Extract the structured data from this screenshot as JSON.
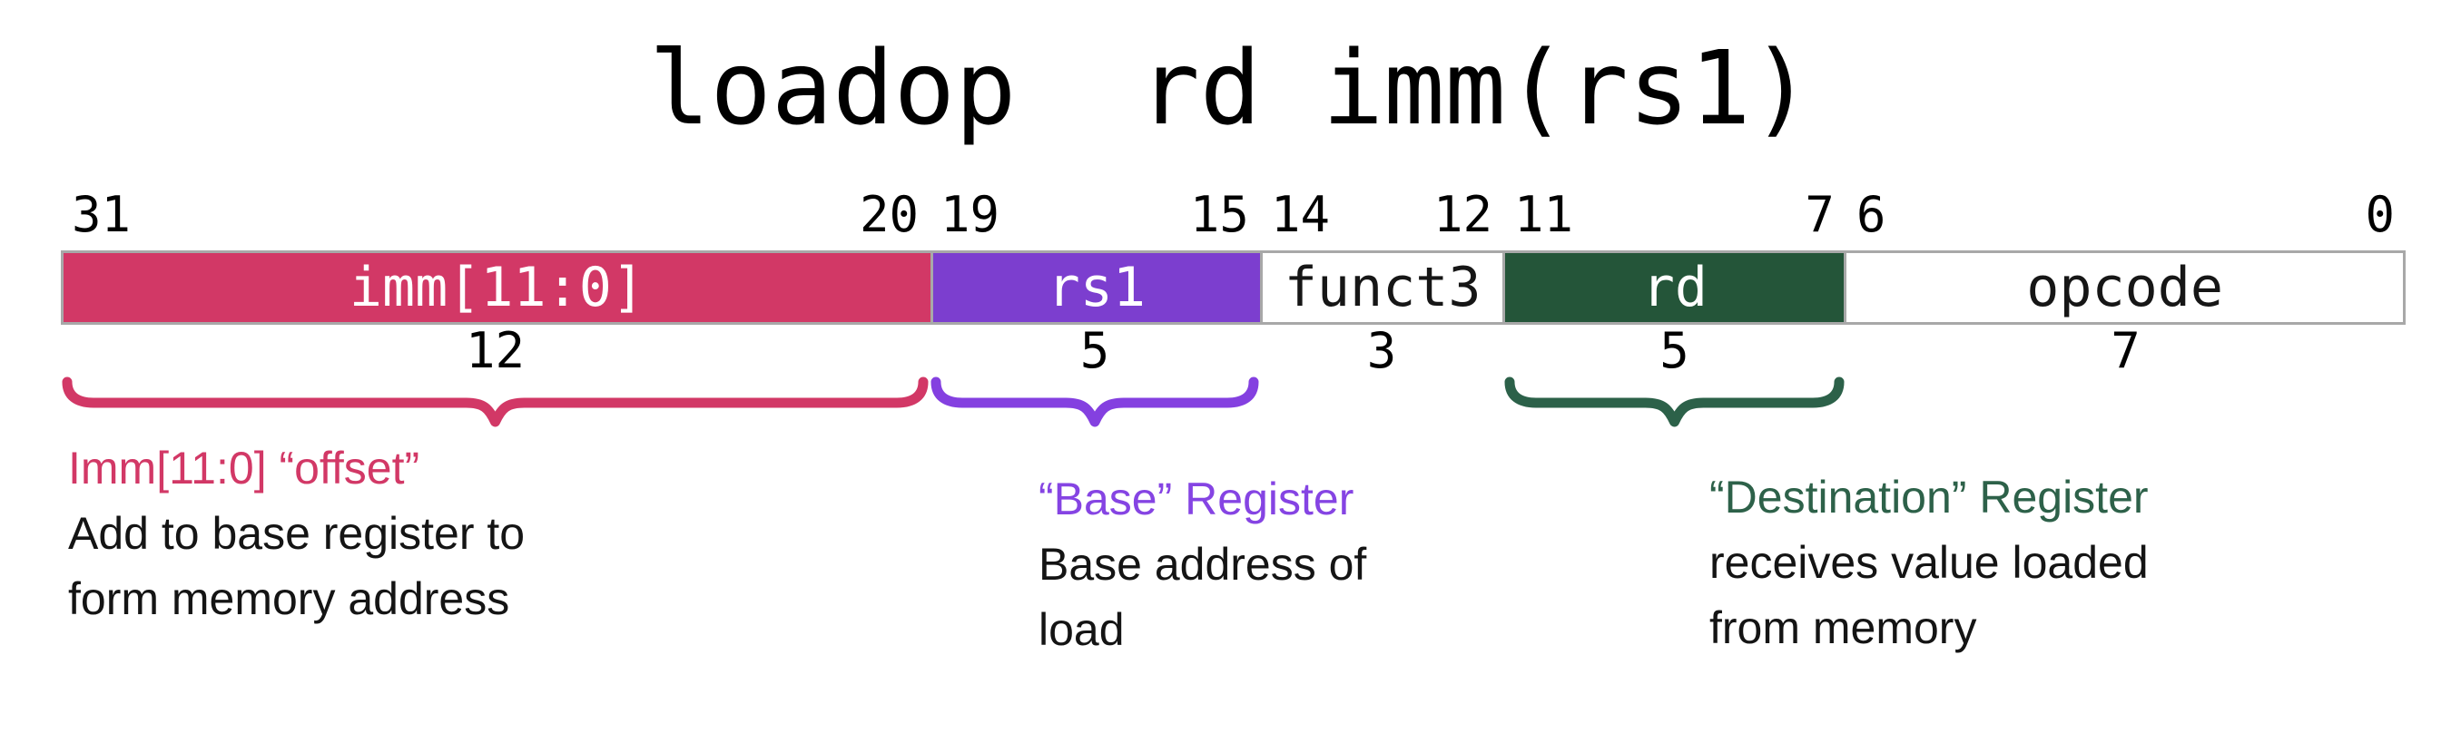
{
  "title": "loadop  rd imm(rs1)",
  "strip": {
    "border_color": "#a8a8a8",
    "fields": [
      {
        "label": "imm[11:0]",
        "bit_hi": "31",
        "bit_lo": "20",
        "width_bits": "12",
        "bg": "#d23866",
        "fg": "#ffffff",
        "width_pct": 37.05
      },
      {
        "label": "rs1",
        "bit_hi": "19",
        "bit_lo": "15",
        "width_bits": "5",
        "bg": "#7c3ecf",
        "fg": "#ffffff",
        "width_pct": 14.09
      },
      {
        "label": "funct3",
        "bit_hi": "14",
        "bit_lo": "12",
        "width_bits": "3",
        "bg": "#ffffff",
        "fg": "#161616",
        "width_pct": 10.38
      },
      {
        "label": "rd",
        "bit_hi": "11",
        "bit_lo": "7",
        "width_bits": "5",
        "bg": "#245539",
        "fg": "#ffffff",
        "width_pct": 14.59
      },
      {
        "label": "opcode",
        "bit_hi": "6",
        "bit_lo": "0",
        "width_bits": "7",
        "bg": "#ffffff",
        "fg": "#161616",
        "width_pct": 23.89
      }
    ]
  },
  "braces": [
    {
      "field_index": 0,
      "color": "#d23866"
    },
    {
      "field_index": 1,
      "color": "#8440e0"
    },
    {
      "field_index": 3,
      "color": "#2c6149"
    }
  ],
  "annotations": [
    {
      "heading": "Imm[11:0] “offset”",
      "heading_color": "#d23866",
      "lines": [
        "Add to base register to",
        "form memory address"
      ]
    },
    {
      "heading": "“Base” Register",
      "heading_color": "#8544e3",
      "lines": [
        "Base address of",
        "load"
      ]
    },
    {
      "heading": "“Destination” Register",
      "heading_color": "#2d6149",
      "lines": [
        "receives value loaded",
        "from memory"
      ]
    }
  ]
}
